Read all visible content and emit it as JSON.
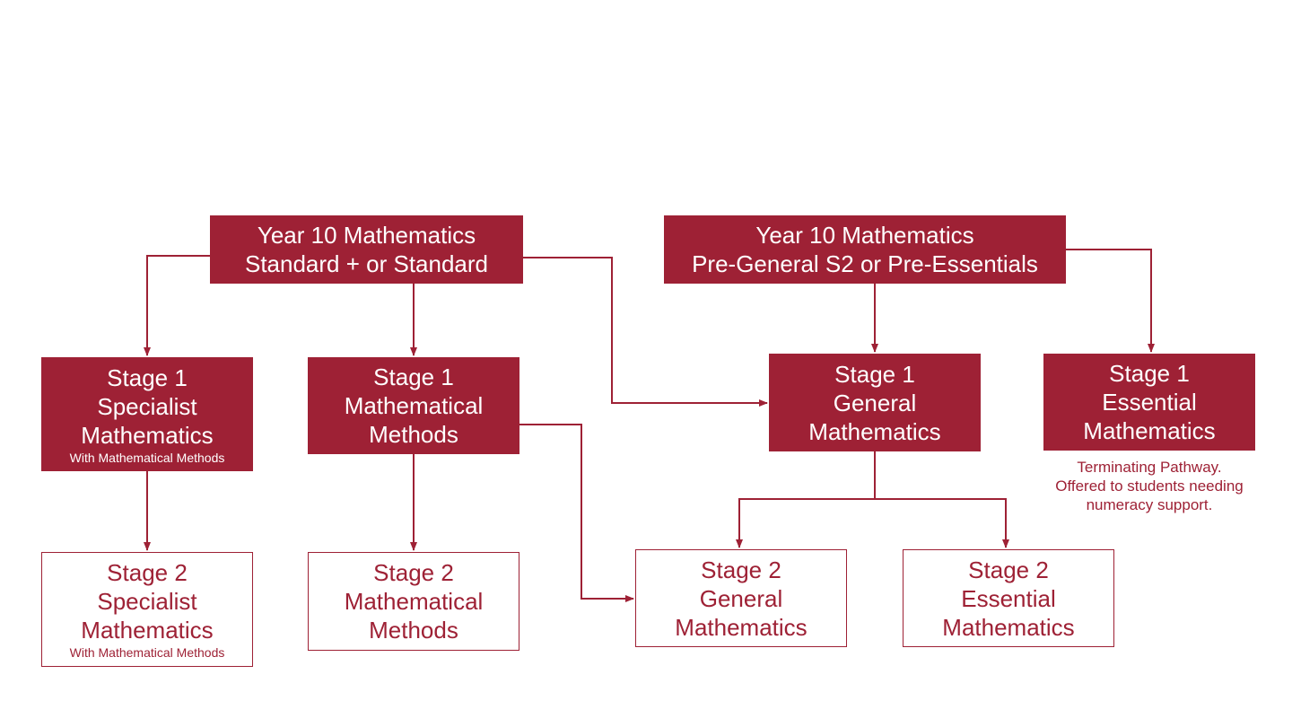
{
  "colors": {
    "accent": "#9e2135",
    "background": "#ffffff",
    "filled_text": "#ffffff"
  },
  "nodes": {
    "y10_standard": {
      "lines": [
        "Year 10 Mathematics",
        "Standard + or Standard"
      ]
    },
    "y10_pregeneral": {
      "lines": [
        "Year 10 Mathematics",
        "Pre-General S2 or Pre-Essentials"
      ]
    },
    "s1_specialist": {
      "lines": [
        "Stage 1",
        "Specialist",
        "Mathematics"
      ],
      "sub": "With Mathematical Methods"
    },
    "s1_methods": {
      "lines": [
        "Stage 1",
        "Mathematical",
        "Methods"
      ]
    },
    "s1_general": {
      "lines": [
        "Stage 1",
        "General",
        "Mathematics"
      ]
    },
    "s1_essential": {
      "lines": [
        "Stage 1",
        "Essential",
        "Mathematics"
      ]
    },
    "s2_specialist": {
      "lines": [
        "Stage 2",
        "Specialist",
        "Mathematics"
      ],
      "sub": "With Mathematical Methods"
    },
    "s2_methods": {
      "lines": [
        "Stage 2",
        "Mathematical",
        "Methods"
      ]
    },
    "s2_general": {
      "lines": [
        "Stage 2",
        "General",
        "Mathematics"
      ]
    },
    "s2_essential": {
      "lines": [
        "Stage 2",
        "Essential",
        "Mathematics"
      ]
    }
  },
  "essential_note": {
    "lines": [
      "Terminating Pathway.",
      "Offered to students needing",
      "numeracy support."
    ]
  }
}
